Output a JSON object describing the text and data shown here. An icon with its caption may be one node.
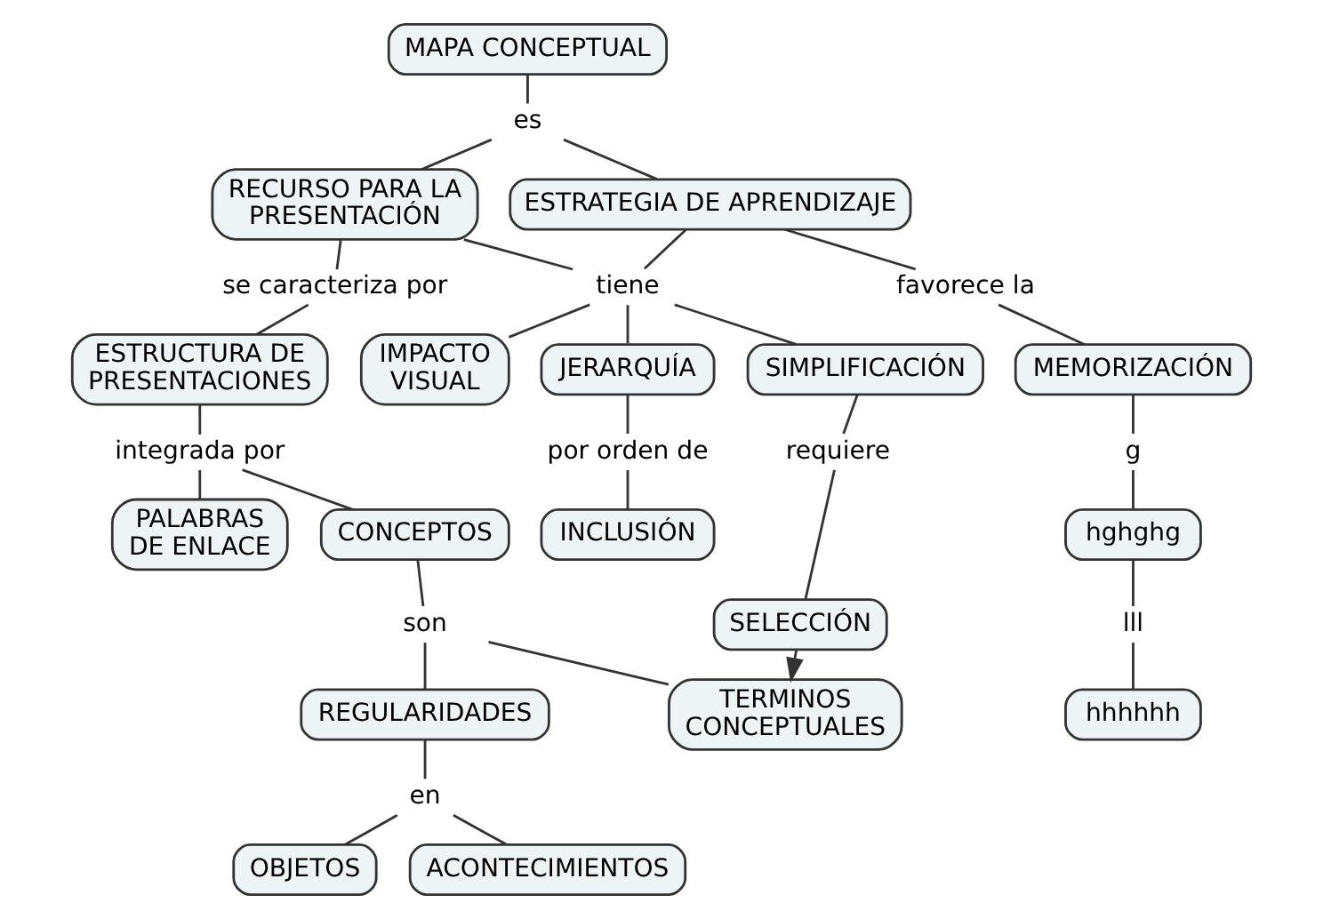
{
  "diagram": {
    "nodes": [
      {
        "text": [
          "MAPA CONCEPTUAL"
        ]
      },
      {
        "text": [
          "es"
        ]
      },
      {
        "text": [
          "RECURSO PARA LA PRESENTACIÓN"
        ]
      },
      {
        "text": [
          "ESTRATEGIA DE APRENDIZAJE"
        ]
      },
      {
        "text": [
          "se caracteriza por"
        ]
      },
      {
        "text": [
          "tiene"
        ]
      },
      {
        "text": [
          "favorece la"
        ]
      },
      {
        "text": [
          "ESTRUCTURA DE PRESENTACIONES"
        ]
      },
      {
        "text": [
          "MEMORIZACIÓN"
        ]
      },
      {
        "text": [
          "IMPACTO VISUAL"
        ]
      },
      {
        "text": [
          "JERARQUÍA"
        ]
      },
      {
        "text": [
          "SIMPLIFICACIÓN"
        ]
      },
      {
        "text": [
          "g"
        ]
      },
      {
        "text": [
          "integrada por"
        ]
      },
      {
        "text": [
          "hghghg"
        ]
      },
      {
        "text": [
          "por orden de"
        ]
      },
      {
        "text": [
          "requiere"
        ]
      },
      {
        "text": [
          "PALABRAS DE ENLACE"
        ]
      },
      {
        "text": [
          "CONCEPTOS"
        ]
      },
      {
        "text": [
          "INCLUSIÓN"
        ]
      },
      {
        "text": [
          "SELECCIÓN"
        ]
      },
      {
        "text": [
          "lll"
        ]
      },
      {
        "text": [
          "hhhhhh"
        ]
      },
      {
        "text": [
          "son"
        ]
      },
      {
        "text": [
          "REGULARIDADES"
        ]
      },
      {
        "text": [
          "TERMINOS CONCEPTUALES"
        ]
      },
      {
        "text": [
          "en"
        ]
      },
      {
        "text": [
          "OBJETOS"
        ]
      },
      {
        "text": [
          "ACONTECIMIENTOS"
        ]
      }
    ],
    "edges": [
      {
        "from": 0,
        "to": 1,
        "arrow": "none"
      },
      {
        "from": 1,
        "to": 2,
        "arrow": "none"
      },
      {
        "from": 1,
        "to": 3,
        "arrow": "none"
      },
      {
        "from": 2,
        "to": 4,
        "arrow": "none"
      },
      {
        "from": 4,
        "to": 7,
        "arrow": "none"
      },
      {
        "from": 2,
        "to": 5,
        "arrow": "none"
      },
      {
        "from": 3,
        "to": 5,
        "arrow": "none"
      },
      {
        "from": 5,
        "to": 9,
        "arrow": "none"
      },
      {
        "from": 5,
        "to": 10,
        "arrow": "none"
      },
      {
        "from": 5,
        "to": 11,
        "arrow": "none"
      },
      {
        "from": 3,
        "to": 6,
        "arrow": "none"
      },
      {
        "from": 6,
        "to": 8,
        "arrow": "none"
      },
      {
        "from": 8,
        "to": 12,
        "arrow": "none"
      },
      {
        "from": 12,
        "to": 14,
        "arrow": "none"
      },
      {
        "from": 14,
        "to": 21,
        "arrow": "none"
      },
      {
        "from": 21,
        "to": 22,
        "arrow": "none"
      },
      {
        "from": 7,
        "to": 13,
        "arrow": "none"
      },
      {
        "from": 13,
        "to": 17,
        "arrow": "none"
      },
      {
        "from": 13,
        "to": 18,
        "arrow": "none"
      },
      {
        "from": 10,
        "to": 15,
        "arrow": "none"
      },
      {
        "from": 15,
        "to": 19,
        "arrow": "none"
      },
      {
        "from": 11,
        "to": 16,
        "arrow": "none"
      },
      {
        "from": 16,
        "to": 20,
        "arrow": "none"
      },
      {
        "from": 20,
        "to": 25,
        "arrow": "to"
      },
      {
        "from": 18,
        "to": 23,
        "arrow": "none"
      },
      {
        "from": 23,
        "to": 24,
        "arrow": "none"
      },
      {
        "from": 23,
        "to": 25,
        "arrow": "none"
      },
      {
        "from": 24,
        "to": 26,
        "arrow": "none"
      },
      {
        "from": 26,
        "to": 27,
        "arrow": "none"
      },
      {
        "from": 26,
        "to": 28,
        "arrow": "none"
      }
    ]
  }
}
